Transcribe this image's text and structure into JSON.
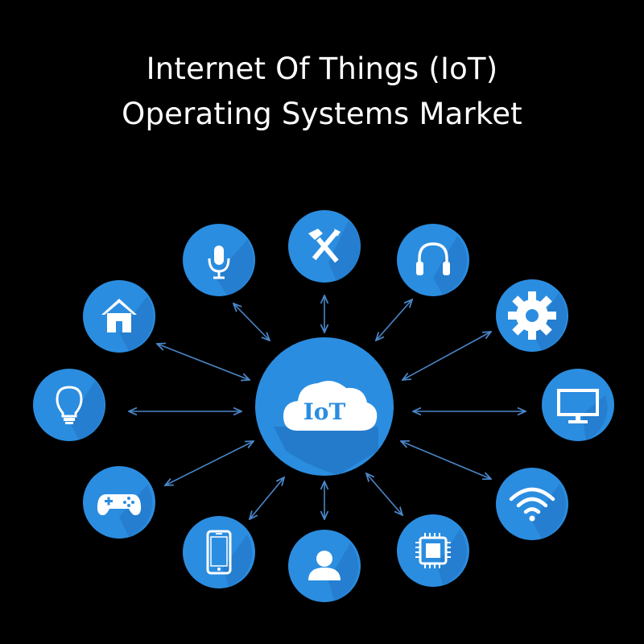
{
  "title": {
    "line1": "Internet Of Things (IoT)",
    "line2": "Operating Systems Market"
  },
  "center": {
    "label": "IoT"
  },
  "colors": {
    "background": "#000000",
    "node": "#2b8de0",
    "node_dark": "#1f6fb8",
    "arrow": "#3e7fc4",
    "icon": "#ffffff"
  },
  "nodes": [
    {
      "name": "microphone-icon"
    },
    {
      "name": "tools-icon"
    },
    {
      "name": "headphones-icon"
    },
    {
      "name": "home-icon"
    },
    {
      "name": "gear-icon"
    },
    {
      "name": "lightbulb-icon"
    },
    {
      "name": "monitor-icon"
    },
    {
      "name": "gamepad-icon"
    },
    {
      "name": "wifi-icon"
    },
    {
      "name": "smartphone-icon"
    },
    {
      "name": "user-icon"
    },
    {
      "name": "chip-icon"
    }
  ]
}
